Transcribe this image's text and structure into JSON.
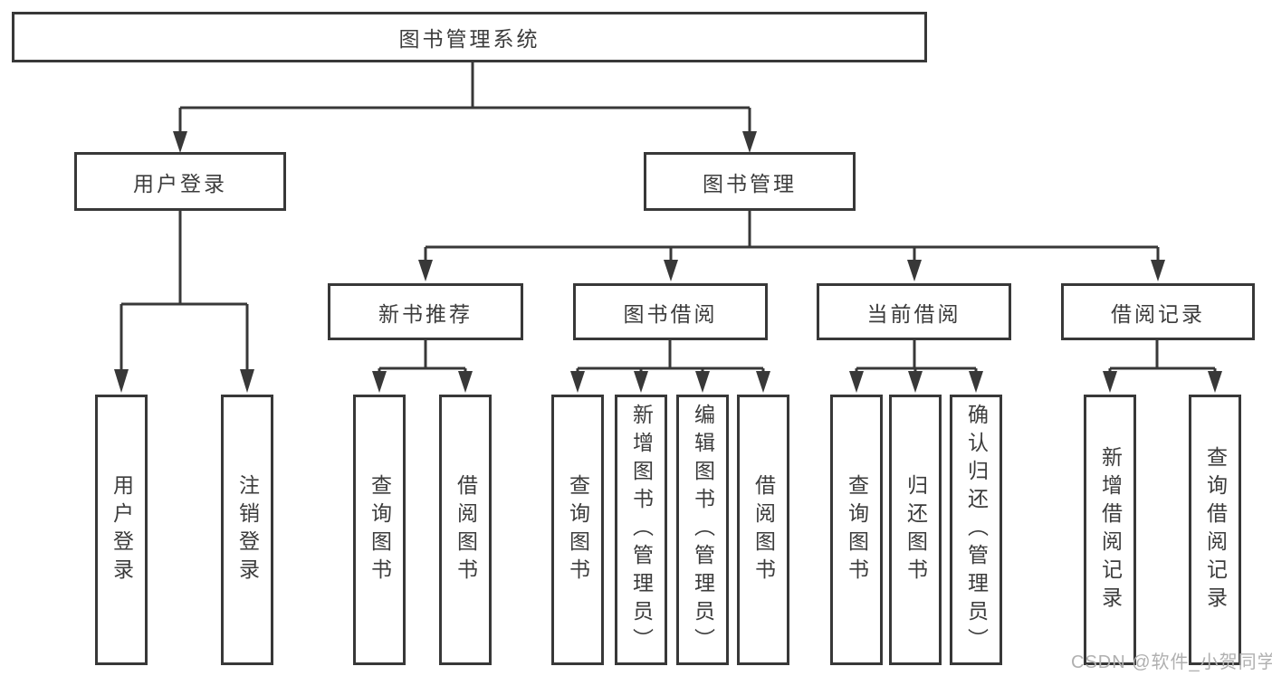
{
  "tree": {
    "label": "图书管理系统",
    "children": [
      {
        "label": "用户登录",
        "children": [
          {
            "label": "用户登录"
          },
          {
            "label": "注销登录"
          }
        ]
      },
      {
        "label": "图书管理",
        "children": [
          {
            "label": "新书推荐",
            "children": [
              {
                "label": "查询图书"
              },
              {
                "label": "借阅图书"
              }
            ]
          },
          {
            "label": "图书借阅",
            "children": [
              {
                "label": "查询图书"
              },
              {
                "label": "新增图书（管理员）"
              },
              {
                "label": "编辑图书（管理员）"
              },
              {
                "label": "借阅图书"
              }
            ]
          },
          {
            "label": "当前借阅",
            "children": [
              {
                "label": "查询图书"
              },
              {
                "label": "归还图书"
              },
              {
                "label": "确认归还（管理员）"
              }
            ]
          },
          {
            "label": "借阅记录",
            "children": [
              {
                "label": "新增借阅记录"
              },
              {
                "label": "查询借阅记录"
              }
            ]
          }
        ]
      }
    ]
  },
  "watermark": "CSDN @软件_小贺同学",
  "colors": {
    "line": "#383838",
    "text": "#3c3c3c",
    "background": "#ffffff",
    "watermark": "#b0b0b0"
  }
}
